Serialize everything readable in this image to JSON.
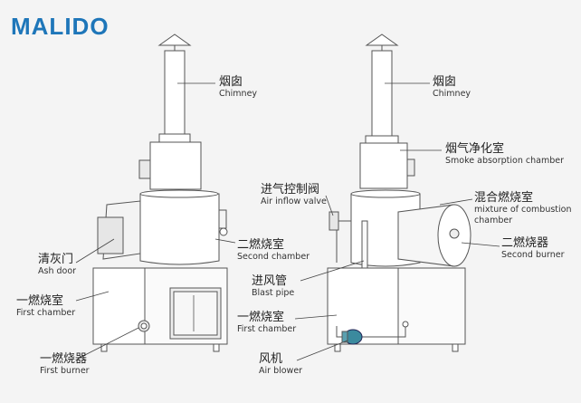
{
  "brand": {
    "logo_text": "MALIDO",
    "accent_color": "#1e76b9"
  },
  "left_diagram": {
    "labels": {
      "chimney": {
        "zh": "烟囱",
        "en": "Chimney"
      },
      "second_chamber": {
        "zh": "二燃烧室",
        "en": "Second chamber"
      },
      "ash_door": {
        "zh": "清灰门",
        "en": "Ash door"
      },
      "first_chamber": {
        "zh": "一燃烧室",
        "en": "First chamber"
      },
      "first_burner": {
        "zh": "一燃烧器",
        "en": "First burner"
      }
    }
  },
  "right_diagram": {
    "labels": {
      "chimney": {
        "zh": "烟囱",
        "en": "Chimney"
      },
      "smoke_absorption": {
        "zh": "烟气净化室",
        "en": "Smoke absorption chamber"
      },
      "air_inflow_valve": {
        "zh": "进气控制阀",
        "en": "Air inflow valve"
      },
      "mixture_combustion": {
        "zh": "混合燃烧室",
        "en": "mixture of combustion",
        "en2": "chamber"
      },
      "second_burner": {
        "zh": "二燃烧器",
        "en": "Second burner"
      },
      "blast_pipe": {
        "zh": "进风管",
        "en": "Blast pipe"
      },
      "first_chamber": {
        "zh": "一燃烧室",
        "en": "First chamber"
      },
      "air_blower": {
        "zh": "风机",
        "en": "Air blower"
      }
    }
  }
}
